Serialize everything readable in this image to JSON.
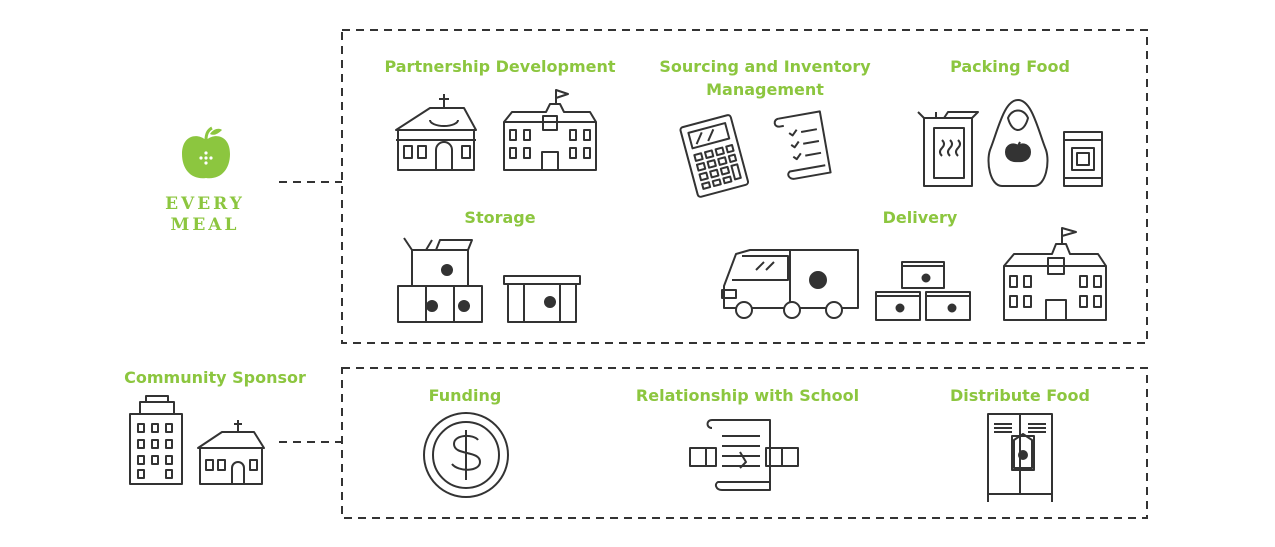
{
  "colors": {
    "accent": "#8cc63f",
    "line": "#333333",
    "dash": "#333333"
  },
  "brand": {
    "line1": "EVERY",
    "line2": "MEAL",
    "icon": "apple-icon"
  },
  "top_section": {
    "partnership": {
      "title": "Partnership Development",
      "icons": [
        "church-icon",
        "school-icon"
      ]
    },
    "sourcing": {
      "title_line1": "Sourcing and Inventory",
      "title_line2": "Management",
      "icons": [
        "calculator-icon",
        "checklist-scroll-icon"
      ]
    },
    "packing": {
      "title": "Packing Food",
      "icons": [
        "cereal-box-icon",
        "apple-bag-icon",
        "can-icon"
      ]
    },
    "storage": {
      "title": "Storage",
      "icons": [
        "stacked-boxes-icon",
        "storage-bin-icon"
      ]
    },
    "delivery": {
      "title": "Delivery",
      "icons": [
        "delivery-truck-icon",
        "crates-icon",
        "school-icon"
      ]
    }
  },
  "sponsor": {
    "title": "Community Sponsor",
    "icons": [
      "office-building-icon",
      "church-icon"
    ]
  },
  "bottom_section": {
    "funding": {
      "title": "Funding",
      "icons": [
        "dollar-coin-icon"
      ]
    },
    "relationship": {
      "title": "Relationship with School",
      "icons": [
        "handshake-contract-icon"
      ]
    },
    "distribute": {
      "title": "Distribute Food",
      "icons": [
        "locker-icon"
      ]
    }
  }
}
